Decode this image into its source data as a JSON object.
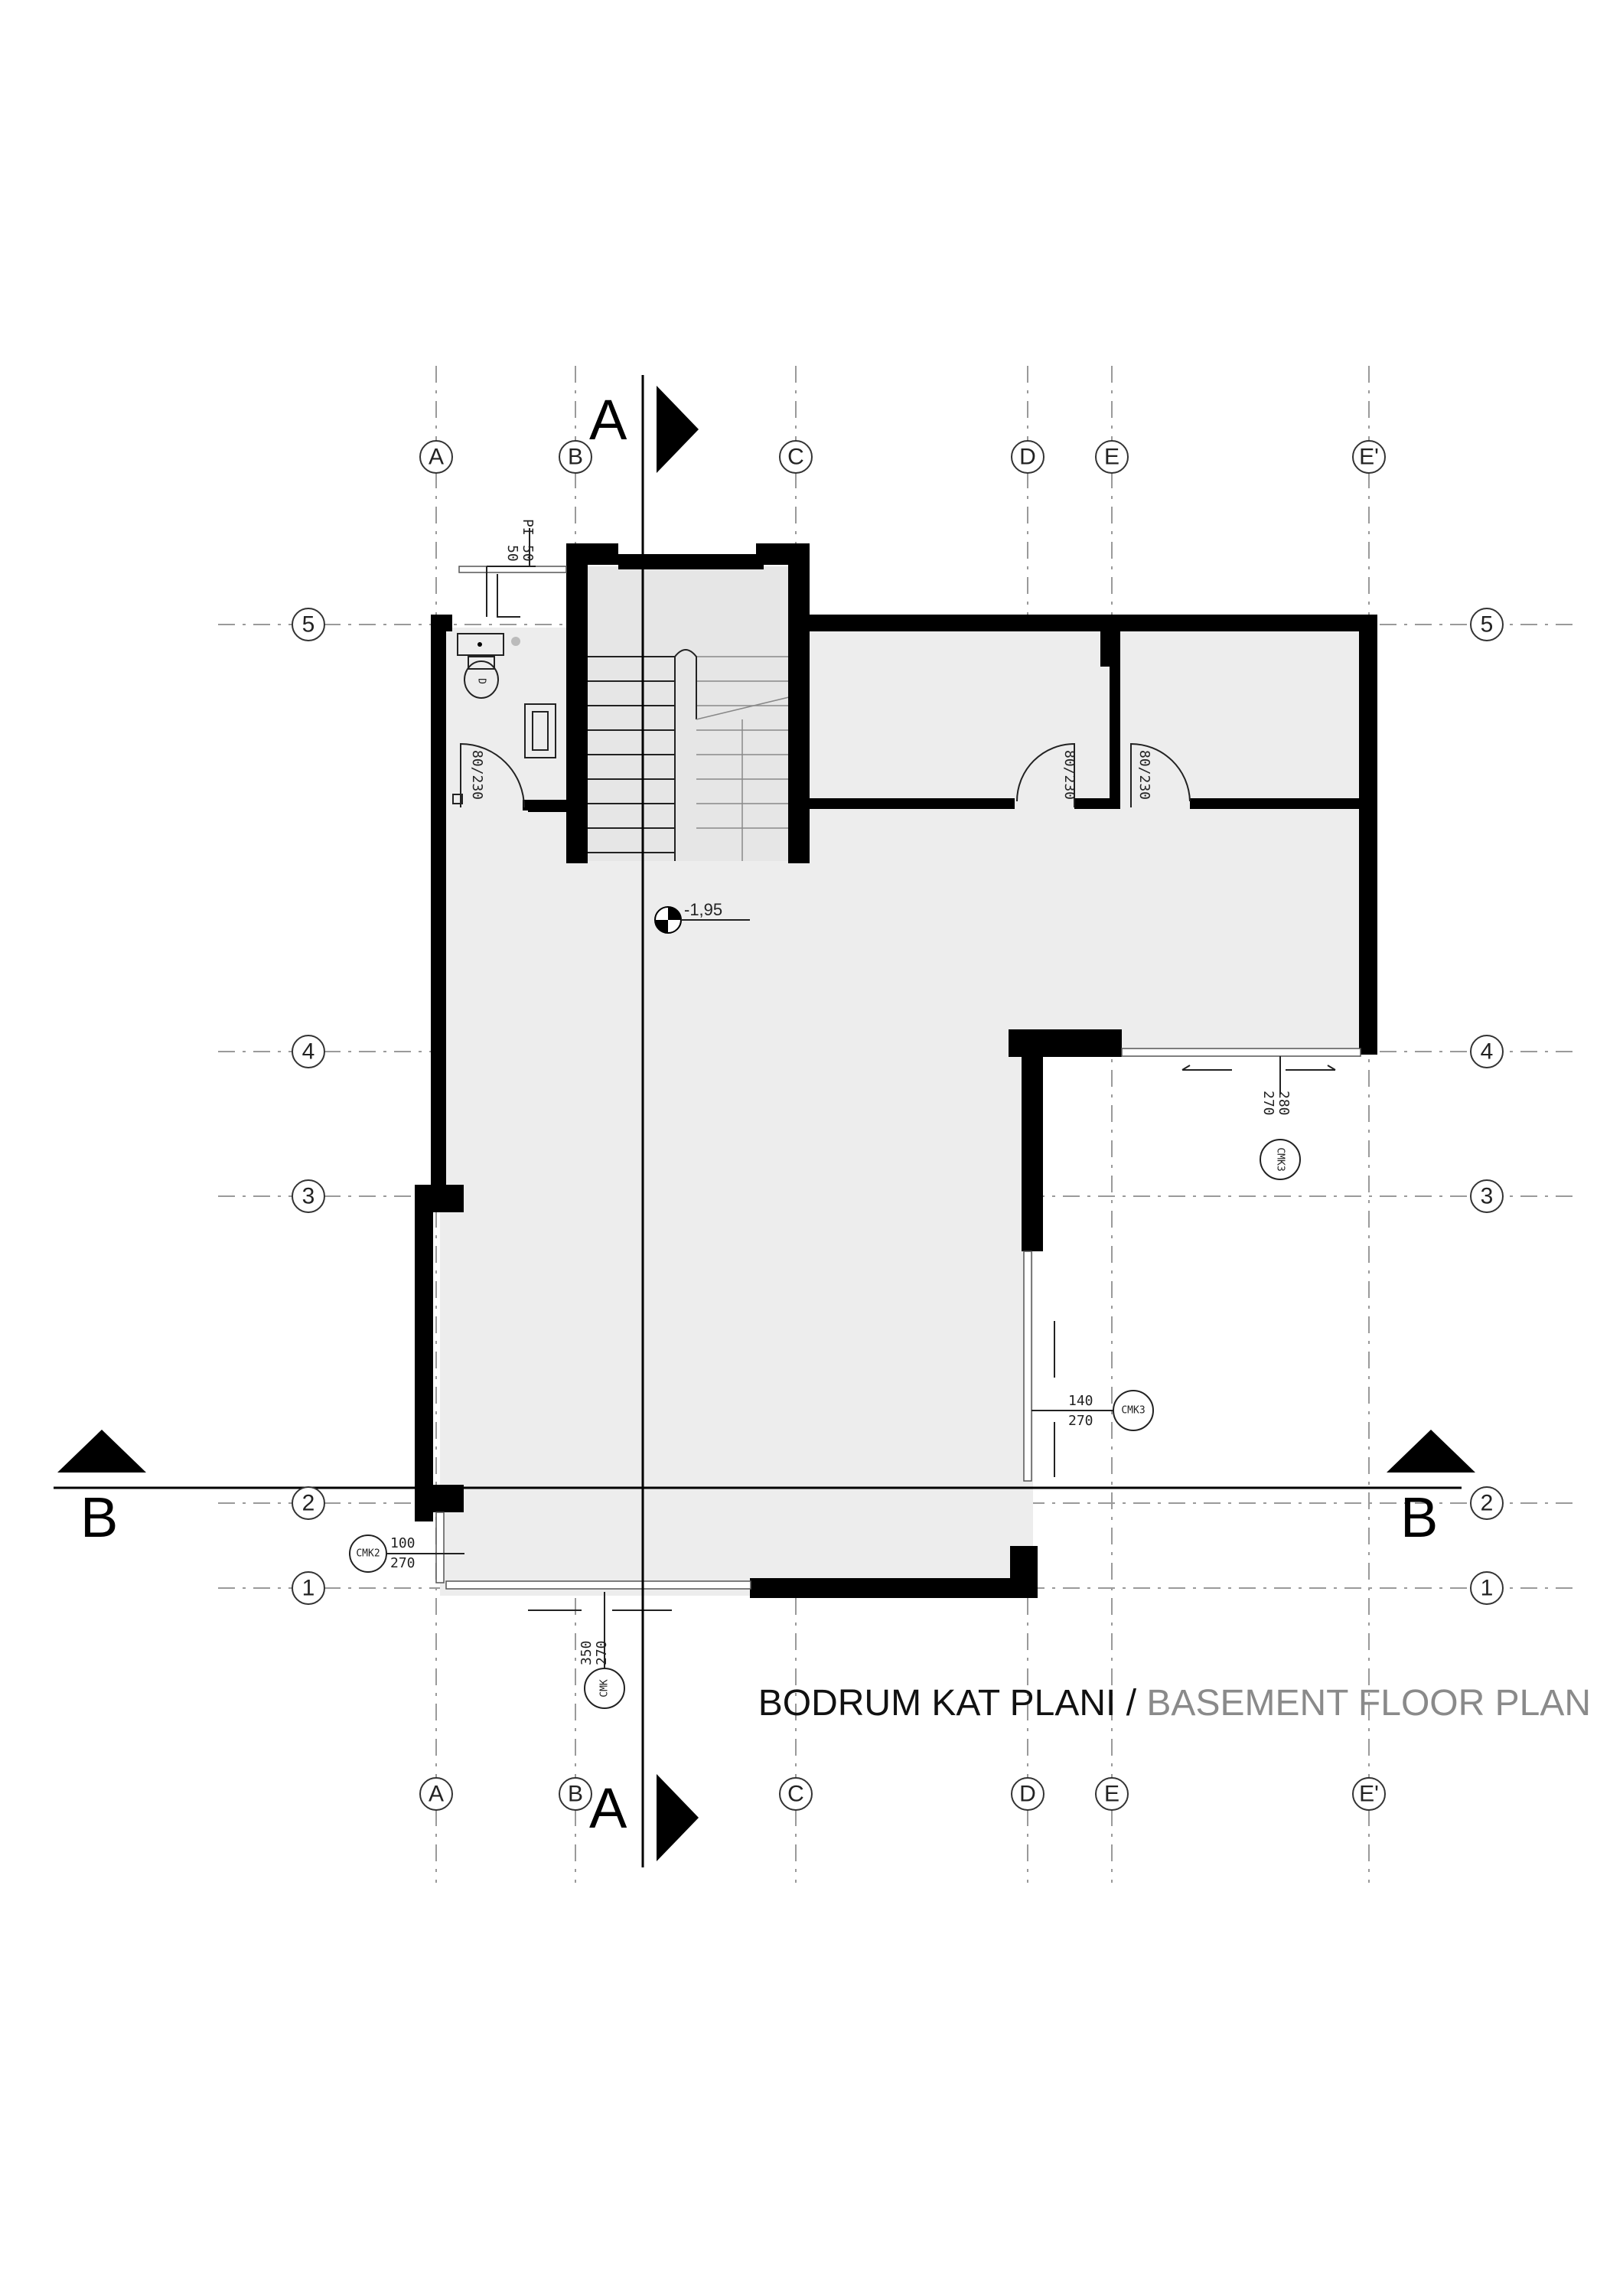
{
  "sheet": {
    "title_tr": "BODRUM KAT PLANI",
    "separator": "/",
    "title_en": "BASEMENT FLOOR PLAN",
    "title_en_color": "#8a8a8a"
  },
  "grid": {
    "columns": [
      "A",
      "B",
      "C",
      "D",
      "E",
      "E'"
    ],
    "rows": [
      "5",
      "4",
      "3",
      "2",
      "1"
    ]
  },
  "sections": {
    "a_label": "A",
    "b_label": "B"
  },
  "elevation": {
    "value": "-1,95"
  },
  "openings": {
    "doors": [
      "80/230",
      "80/230",
      "80/230"
    ],
    "window_pi": {
      "tag": "PI",
      "width": "50",
      "height": "50"
    },
    "cmk_east": {
      "tag": "CMK3",
      "width": "280",
      "height": "270"
    },
    "cmk_mid": {
      "tag": "CMK3",
      "width": "140",
      "height": "270"
    },
    "cmk_west": {
      "tag": "CMK2",
      "width": "100",
      "height": "270"
    },
    "cmk_south": {
      "tag": "CMK",
      "width": "350",
      "height": "270"
    }
  },
  "fixtures": {
    "wc_letter": "D"
  }
}
